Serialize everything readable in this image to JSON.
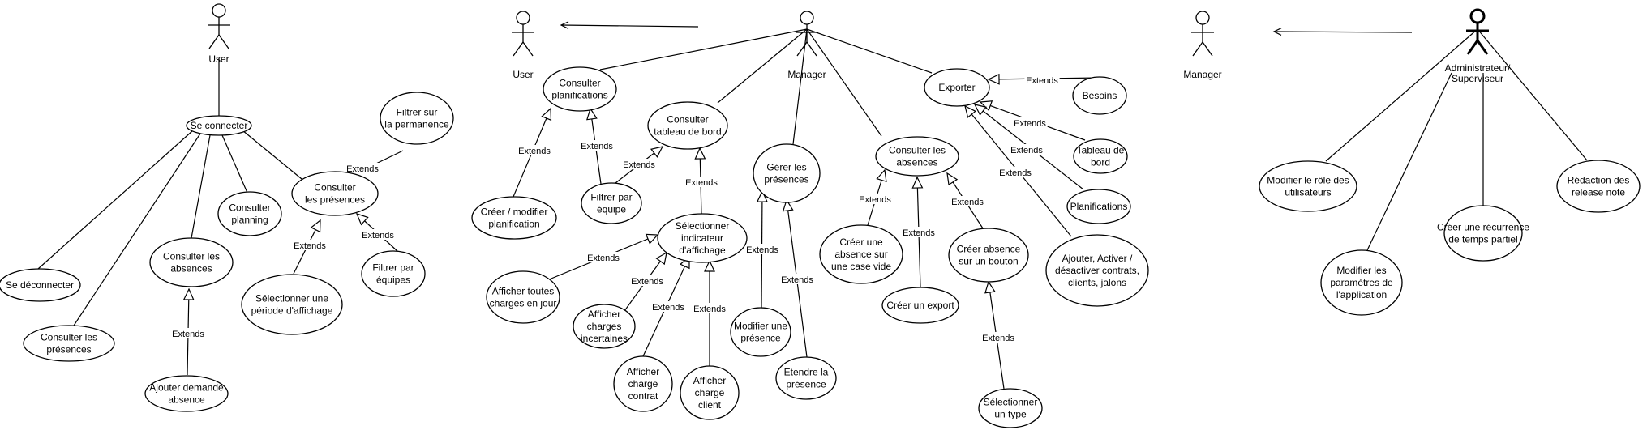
{
  "diagram": {
    "actors": [
      {
        "id": "user_left",
        "name": "User"
      },
      {
        "id": "user_mid",
        "name": "User"
      },
      {
        "id": "manager_mid",
        "name": "Manager"
      },
      {
        "id": "manager_right",
        "name": "Manager"
      },
      {
        "id": "admin",
        "name": "Administrateur/ Superviseur"
      }
    ],
    "use_cases": [
      {
        "id": "se_connecter",
        "lines": [
          "Se connecter"
        ]
      },
      {
        "id": "se_deconnecter",
        "lines": [
          "Se déconnecter"
        ]
      },
      {
        "id": "consulter_presences_user",
        "lines": [
          "Consulter les",
          "présences"
        ]
      },
      {
        "id": "consulter_absences_user",
        "lines": [
          "Consulter les",
          "absences"
        ]
      },
      {
        "id": "ajouter_demande_absence",
        "lines": [
          "Ajouter demande",
          "absence"
        ]
      },
      {
        "id": "consulter_planning",
        "lines": [
          "Consulter",
          "planning"
        ]
      },
      {
        "id": "consulter_les_presences_c",
        "lines": [
          "Consulter",
          "les présences"
        ]
      },
      {
        "id": "filtrer_permanence",
        "lines": [
          "Filtrer sur",
          "la permanence"
        ]
      },
      {
        "id": "selectionner_periode",
        "lines": [
          "Sélectionner une",
          "période d'affichage"
        ]
      },
      {
        "id": "filtrer_equipes",
        "lines": [
          "Filtrer par",
          "équipes"
        ]
      },
      {
        "id": "consulter_planifications",
        "lines": [
          "Consulter",
          "planifications"
        ]
      },
      {
        "id": "creer_modifier_planification",
        "lines": [
          "Créer / modifier",
          "planification"
        ]
      },
      {
        "id": "filtrer_equipe",
        "lines": [
          "Filtrer par",
          "équipe"
        ]
      },
      {
        "id": "consulter_tableau_bord",
        "lines": [
          "Consulter",
          "tableau de bord"
        ]
      },
      {
        "id": "selectionner_indicateur",
        "lines": [
          "Sélectionner",
          "indicateur",
          "d'affichage"
        ]
      },
      {
        "id": "afficher_toutes_charges",
        "lines": [
          "Afficher toutes",
          "charges en jour"
        ]
      },
      {
        "id": "afficher_charges_incertaines",
        "lines": [
          "Afficher",
          "charges",
          "incertaines"
        ]
      },
      {
        "id": "afficher_charge_contrat",
        "lines": [
          "Afficher",
          "charge",
          "contrat"
        ]
      },
      {
        "id": "afficher_charge_client",
        "lines": [
          "Afficher",
          "charge",
          "client"
        ]
      },
      {
        "id": "gerer_presences",
        "lines": [
          "Gérer les",
          "présences"
        ]
      },
      {
        "id": "modifier_presence",
        "lines": [
          "Modifier une",
          "présence"
        ]
      },
      {
        "id": "etendre_presence",
        "lines": [
          "Etendre la",
          "présence"
        ]
      },
      {
        "id": "consulter_absences_mgr",
        "lines": [
          "Consulter les",
          "absences"
        ]
      },
      {
        "id": "creer_absence_case",
        "lines": [
          "Créer une",
          "absence sur",
          "une case vide"
        ]
      },
      {
        "id": "creer_export",
        "lines": [
          "Créer un export"
        ]
      },
      {
        "id": "creer_absence_bouton",
        "lines": [
          "Créer absence",
          "sur un bouton"
        ]
      },
      {
        "id": "selectionner_type",
        "lines": [
          "Sélectionner",
          "un type"
        ]
      },
      {
        "id": "exporter",
        "lines": [
          "Exporter"
        ]
      },
      {
        "id": "besoins",
        "lines": [
          "Besoins"
        ]
      },
      {
        "id": "tableau_bord",
        "lines": [
          "Tableau de",
          "bord"
        ]
      },
      {
        "id": "planifications",
        "lines": [
          "Planifications"
        ]
      },
      {
        "id": "ajouter_activer",
        "lines": [
          "Ajouter, Activer /",
          "désactiver contrats,",
          "clients, jalons"
        ]
      },
      {
        "id": "modifier_role",
        "lines": [
          "Modifier le rôle des",
          "utilisateurs"
        ]
      },
      {
        "id": "modifier_parametres",
        "lines": [
          "Modifier les",
          "paramètres de",
          "l'application"
        ]
      },
      {
        "id": "creer_recurrence",
        "lines": [
          "Créer une récurrence",
          "de temps partiel"
        ]
      },
      {
        "id": "redaction_release",
        "lines": [
          "Rédaction des",
          "release note"
        ]
      }
    ],
    "extends_label": "Extends"
  }
}
